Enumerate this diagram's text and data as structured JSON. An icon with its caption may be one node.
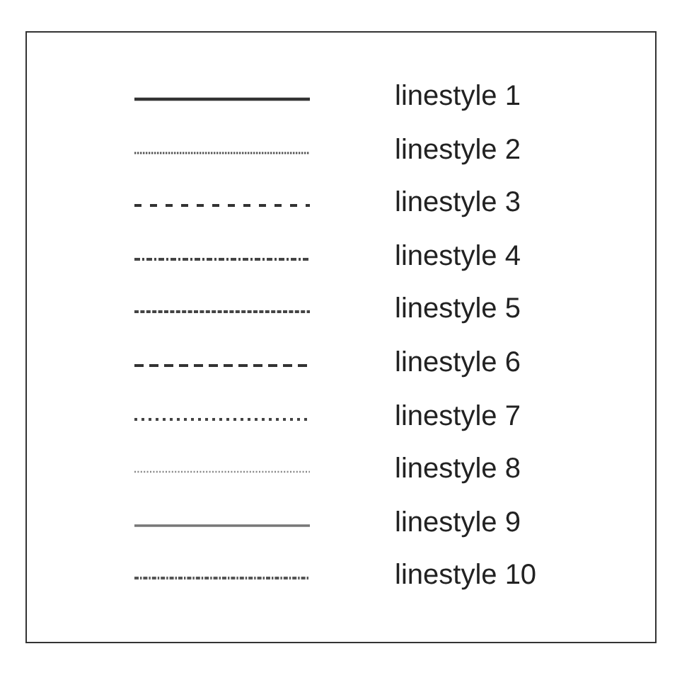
{
  "diagram": {
    "legend": [
      {
        "text": "linestyle 1"
      },
      {
        "text": "linestyle 2"
      },
      {
        "text": "linestyle 3"
      },
      {
        "text": "linestyle 4"
      },
      {
        "text": "linestyle 5"
      },
      {
        "text": "linestyle 6"
      },
      {
        "text": "linestyle 7"
      },
      {
        "text": "linestyle 8"
      },
      {
        "text": "linestyle 9"
      },
      {
        "text": "linestyle 10"
      }
    ]
  }
}
